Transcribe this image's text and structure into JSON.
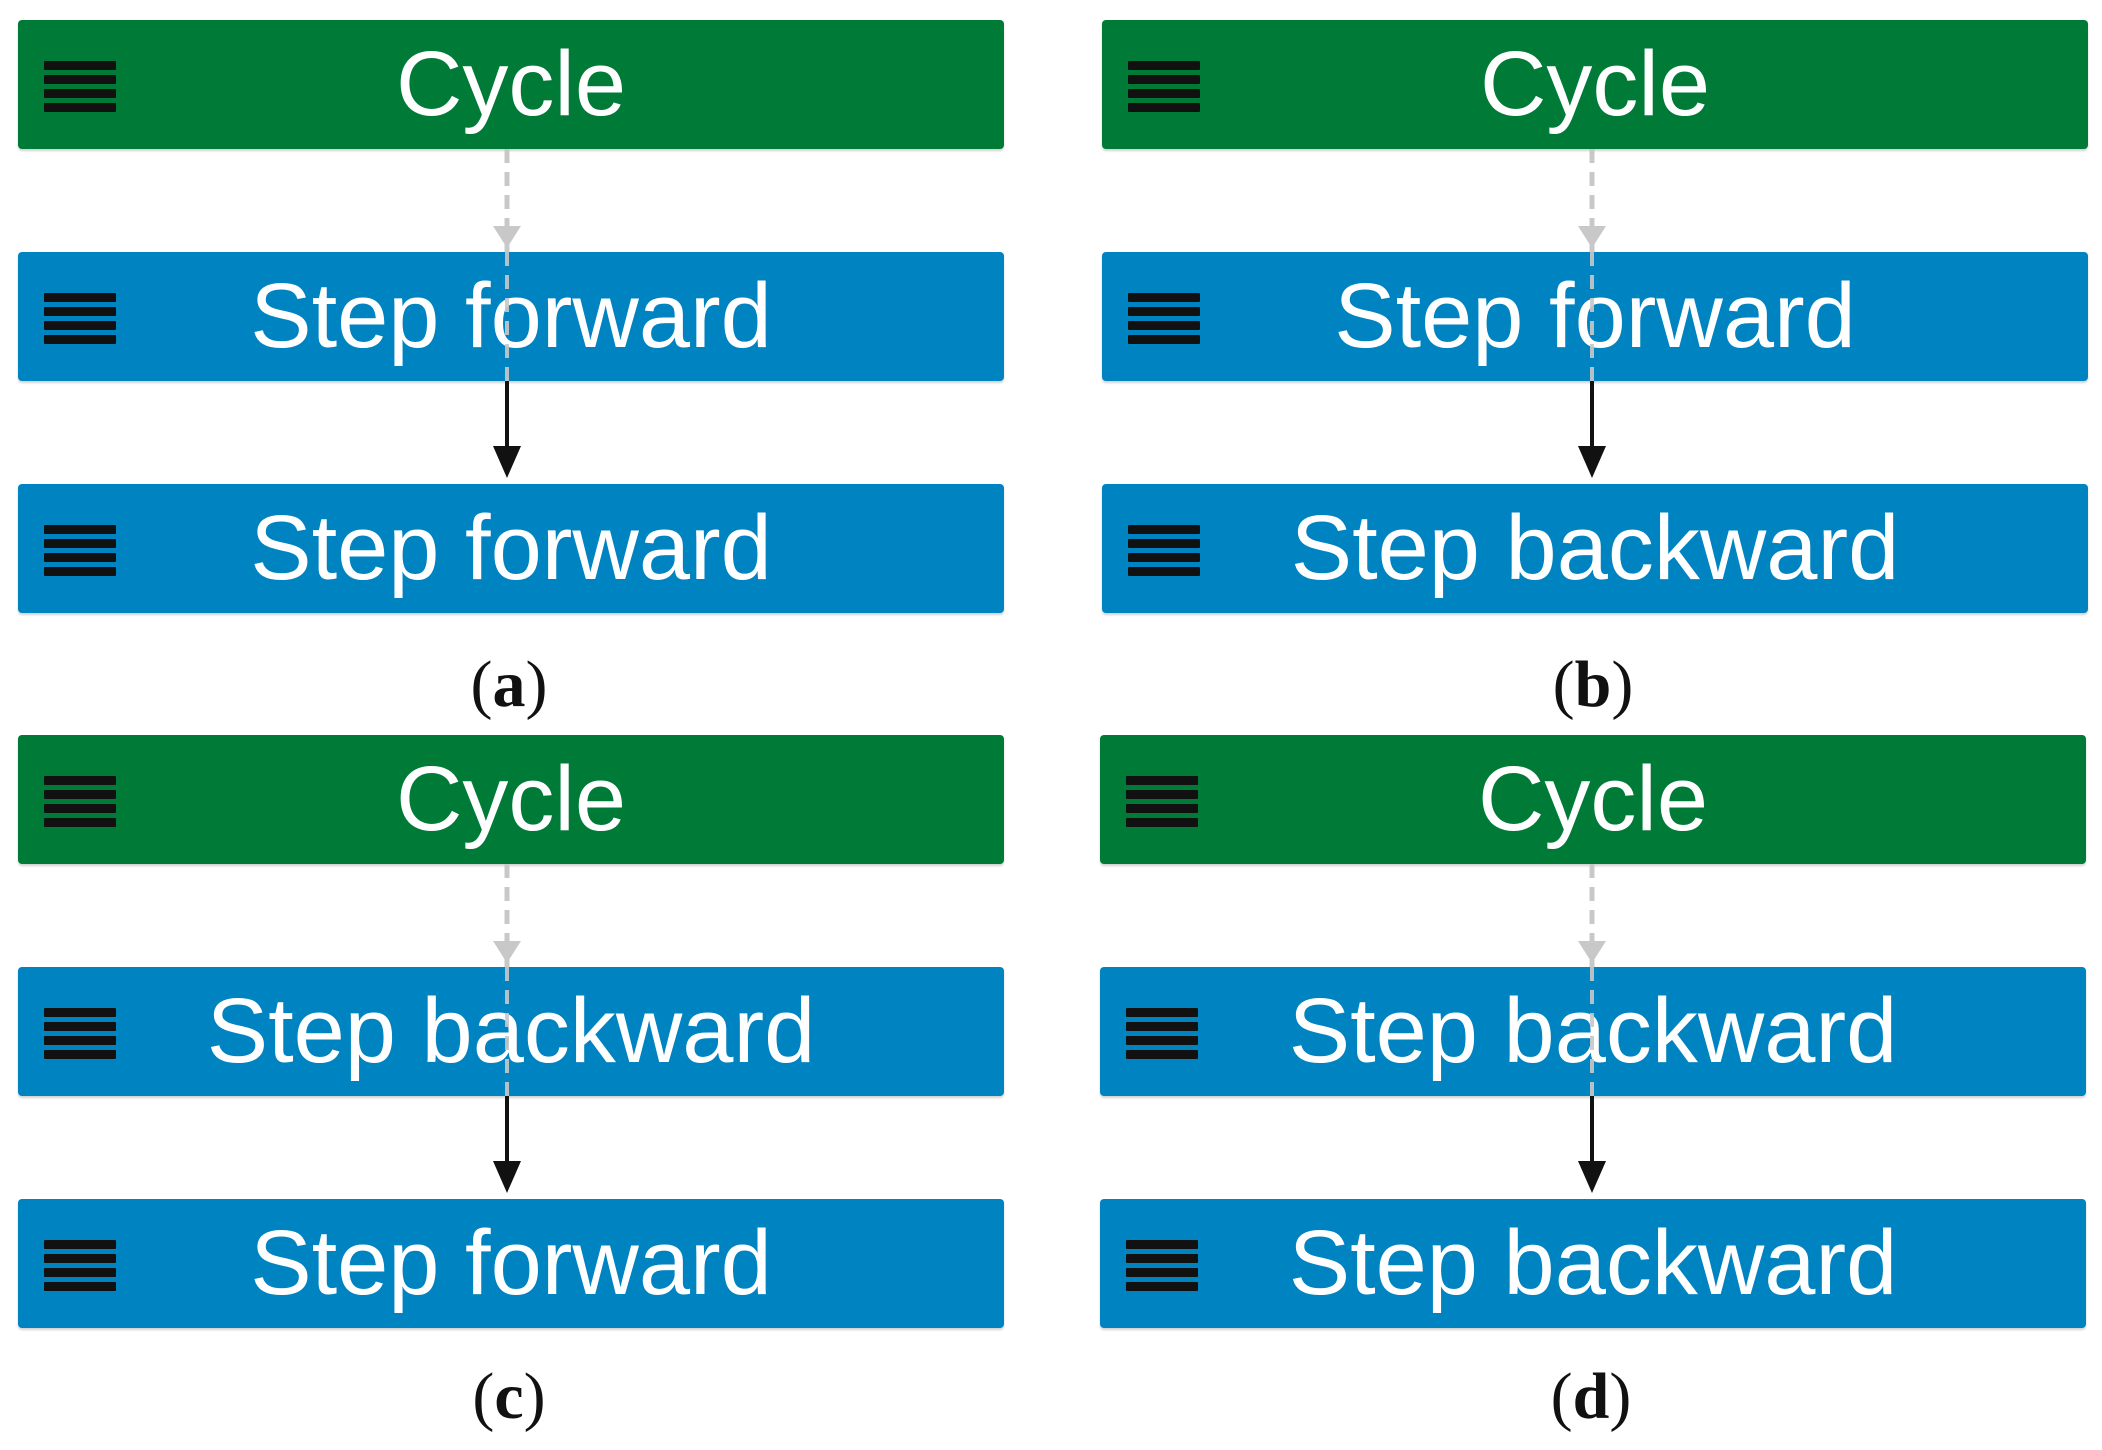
{
  "colors": {
    "cycle_block": "#007b37",
    "step_block": "#0083c1",
    "label_text": "#ffffff",
    "dashed_connector": "#c8c8c8",
    "solid_arrow": "#111111"
  },
  "icons": {
    "drag_handle": "hamburger-drag-icon"
  },
  "panels": {
    "a": {
      "cycle_label": "Cycle",
      "step1_label": "Step forward",
      "step2_label": "Step forward",
      "caption_open": "(",
      "caption_letter": "a",
      "caption_close": ")"
    },
    "b": {
      "cycle_label": "Cycle",
      "step1_label": "Step forward",
      "step2_label": "Step backward",
      "caption_open": "(",
      "caption_letter": "b",
      "caption_close": ")"
    },
    "c": {
      "cycle_label": "Cycle",
      "step1_label": "Step backward",
      "step2_label": "Step forward",
      "caption_open": "(",
      "caption_letter": "c",
      "caption_close": ")"
    },
    "d": {
      "cycle_label": "Cycle",
      "step1_label": "Step backward",
      "step2_label": "Step backward",
      "caption_open": "(",
      "caption_letter": "d",
      "caption_close": ")"
    }
  }
}
